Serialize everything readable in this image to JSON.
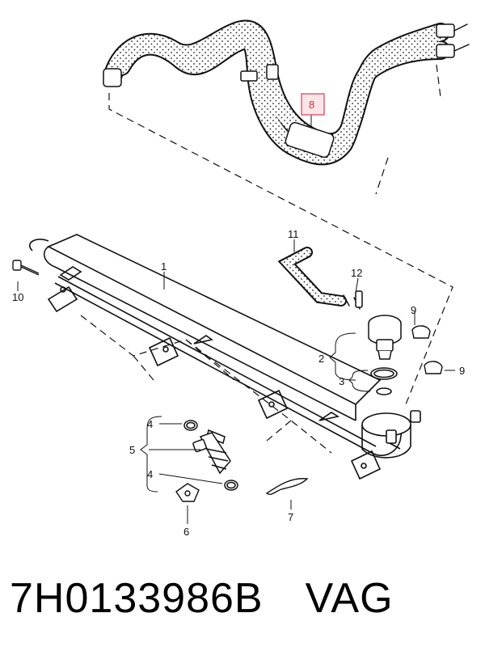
{
  "diagram": {
    "callouts": {
      "c1": "1",
      "c2": "2",
      "c3": "3",
      "c4a": "4",
      "c4b": "4",
      "c5": "5",
      "c6": "6",
      "c7": "7",
      "c8": "8",
      "c9a": "9",
      "c9b": "9",
      "c10": "10",
      "c11": "11",
      "c12": "12"
    },
    "highlight_color": "#e0566b"
  },
  "footer": {
    "part_number": "7H0133986B",
    "brand": "VAG"
  }
}
